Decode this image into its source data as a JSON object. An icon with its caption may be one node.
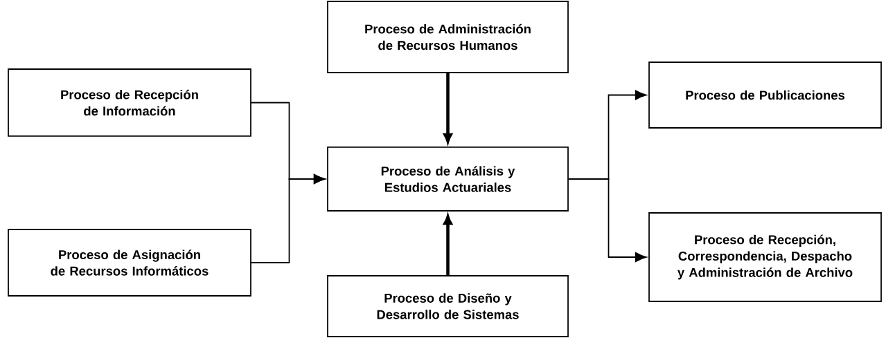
{
  "diagram": {
    "nodes": [
      {
        "text": [
          "Proceso de Recepción de Información"
        ]
      },
      {
        "text": [
          "Proceso de Asignación de Recursos Informáticos"
        ]
      },
      {
        "text": [
          "Proceso de Administración de Recursos Humanos"
        ]
      },
      {
        "text": [
          "Proceso de Análisis y Estudios Actuariales"
        ]
      },
      {
        "text": [
          "Proceso de Diseño y Desarrollo de Sistemas"
        ]
      },
      {
        "text": [
          "Proceso de Publicaciones"
        ]
      },
      {
        "text": [
          "Proceso de Recepción, Correspondencia, Despacho y Administración de Archivo"
        ]
      }
    ],
    "edges": [
      {
        "from": 0,
        "to": 3,
        "arrow": "to"
      },
      {
        "from": 1,
        "to": 3,
        "arrow": "to"
      },
      {
        "from": 2,
        "to": 3,
        "arrow": "to",
        "style": "thick"
      },
      {
        "from": 4,
        "to": 3,
        "arrow": "to",
        "style": "thick"
      },
      {
        "from": 3,
        "to": 5,
        "arrow": "to"
      },
      {
        "from": 3,
        "to": 6,
        "arrow": "to"
      }
    ]
  }
}
